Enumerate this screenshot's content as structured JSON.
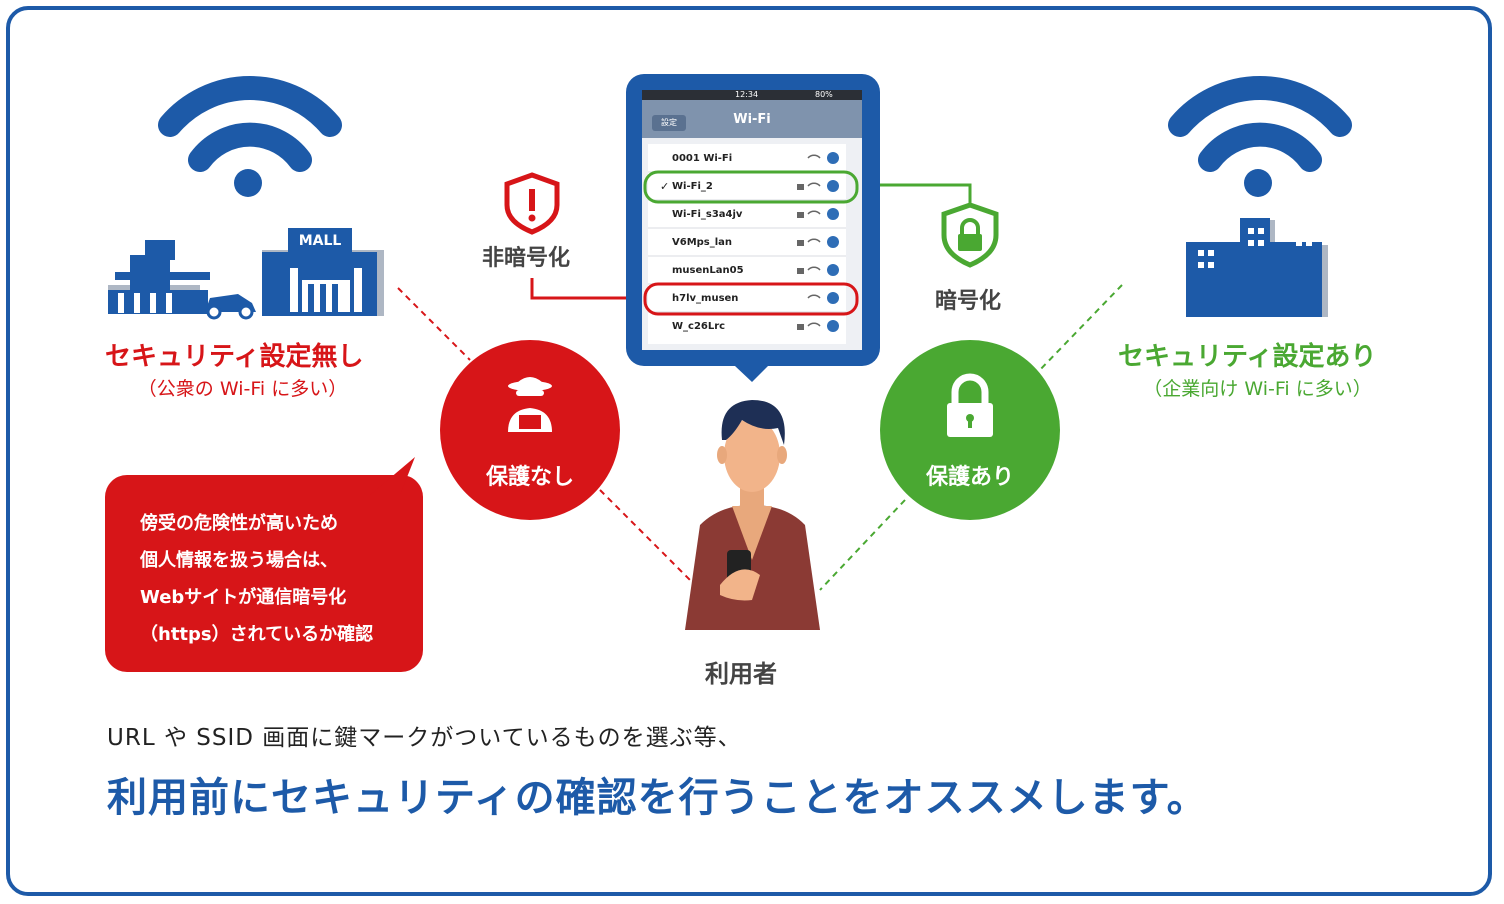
{
  "left": {
    "title": "セキュリティ設定無し",
    "subtitle": "（公衆の Wi-Fi に多い）",
    "mall_sign": "MALL",
    "status": "保護なし",
    "encryption_label": "非暗号化",
    "warning_lines": [
      "傍受の危険性が高いため",
      "個人情報を扱う場合は、",
      "Webサイトが通信暗号化",
      "（https）されているか確認"
    ]
  },
  "right": {
    "title": "セキュリティ設定あり",
    "subtitle": "（企業向け Wi-Fi に多い）",
    "status": "保護あり",
    "encryption_label": "暗号化"
  },
  "user_label": "利用者",
  "phone": {
    "time": "12:34",
    "battery": "80%",
    "back_label": "設定",
    "title": "Wi-Fi",
    "networks": [
      {
        "name": "0001 Wi-Fi",
        "locked": false
      },
      {
        "name": "Wi-Fi_2",
        "locked": true,
        "checked": true
      },
      {
        "name": "Wi-Fi_s3a4jv",
        "locked": true
      },
      {
        "name": "V6Mps_lan",
        "locked": true
      },
      {
        "name": "musenLan05",
        "locked": true
      },
      {
        "name": "h7lv_musen",
        "locked": false
      },
      {
        "name": "W_c26Lrc",
        "locked": true
      }
    ]
  },
  "bottom": {
    "line1": "URL や SSID 画面に鍵マークがついているものを選ぶ等、",
    "line2": "利用前にセキュリティの確認を行うことをオススメします。"
  },
  "colors": {
    "blue": "#1d5aa8",
    "red": "#d71518",
    "green": "#4aa832"
  }
}
